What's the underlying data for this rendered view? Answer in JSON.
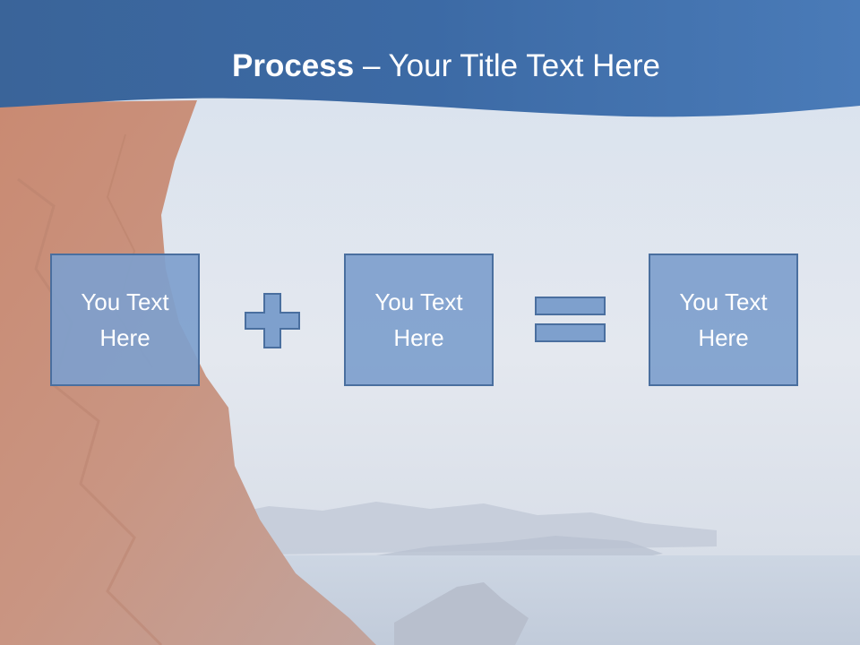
{
  "slide": {
    "title_bold": "Process",
    "title_rest": " – Your Title Text Here",
    "boxes": [
      {
        "text": "You Text Here"
      },
      {
        "text": "You Text Here"
      },
      {
        "text": "You Text Here"
      }
    ],
    "operators": [
      "plus-icon",
      "equals-icon"
    ]
  },
  "colors": {
    "header_band": "#3f6fa8",
    "box_fill": "#7ea0cd",
    "box_border": "#4a6f9f",
    "text": "#ffffff"
  }
}
